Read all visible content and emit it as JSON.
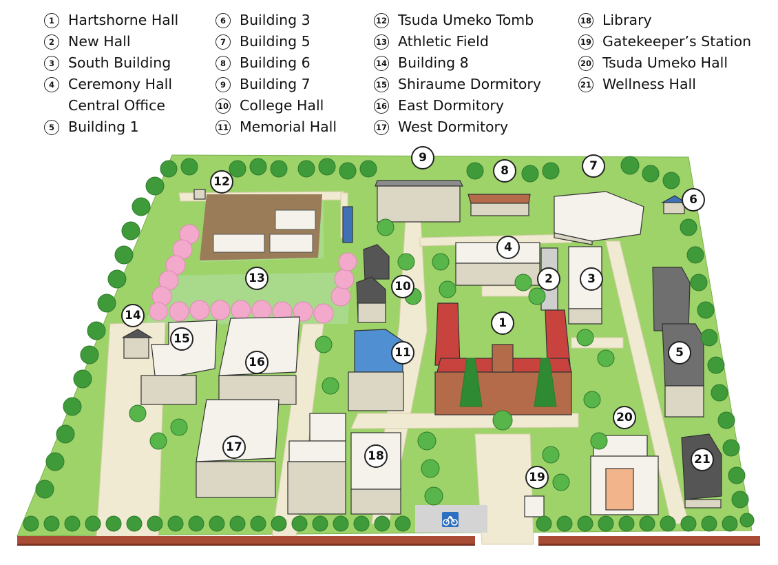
{
  "legend": {
    "columns": [
      [
        {
          "num": "1",
          "label": "Hartshorne Hall"
        },
        {
          "num": "2",
          "label": "New Hall"
        },
        {
          "num": "3",
          "label": "South Building"
        },
        {
          "num": "4",
          "label": "Ceremony Hall\nCentral Office"
        },
        {
          "num": "5",
          "label": "Building 1"
        }
      ],
      [
        {
          "num": "6",
          "label": "Building 3"
        },
        {
          "num": "7",
          "label": "Building 5"
        },
        {
          "num": "8",
          "label": "Building 6"
        },
        {
          "num": "9",
          "label": "Building 7"
        },
        {
          "num": "10",
          "label": "College Hall"
        },
        {
          "num": "11",
          "label": "Memorial Hall"
        }
      ],
      [
        {
          "num": "12",
          "label": "Tsuda Umeko Tomb"
        },
        {
          "num": "13",
          "label": "Athletic Field"
        },
        {
          "num": "14",
          "label": "Building 8"
        },
        {
          "num": "15",
          "label": "Shiraume Dormitory"
        },
        {
          "num": "16",
          "label": "East Dormitory"
        },
        {
          "num": "17",
          "label": "West Dormitory"
        }
      ],
      [
        {
          "num": "18",
          "label": "Library"
        },
        {
          "num": "19",
          "label": "Gatekeeper’s Station"
        },
        {
          "num": "20",
          "label": "Tsuda Umeko Hall"
        },
        {
          "num": "21",
          "label": "Wellness Hall"
        }
      ]
    ]
  },
  "map": {
    "markers": [
      "1",
      "2",
      "3",
      "4",
      "5",
      "6",
      "7",
      "8",
      "9",
      "10",
      "11",
      "12",
      "13",
      "14",
      "15",
      "16",
      "17",
      "18",
      "19",
      "20",
      "21"
    ],
    "icons": {
      "bicycle_parking": "bicycle-icon"
    },
    "colors": {
      "grass": "#9ed36a",
      "grass_dark": "#86c253",
      "tree": "#3f9a3a",
      "tree_light": "#58b549",
      "path": "#f1ead2",
      "building_roof": "#f4f2ea",
      "building_wall": "#dcd7c4",
      "red_roof": "#c8433e",
      "brick": "#b46b4a",
      "blue_roof": "#4f8fd2",
      "sakura": "#f2a9cc",
      "wall_fence": "#a94c35",
      "bike_sign": "#2d6fc0"
    }
  }
}
